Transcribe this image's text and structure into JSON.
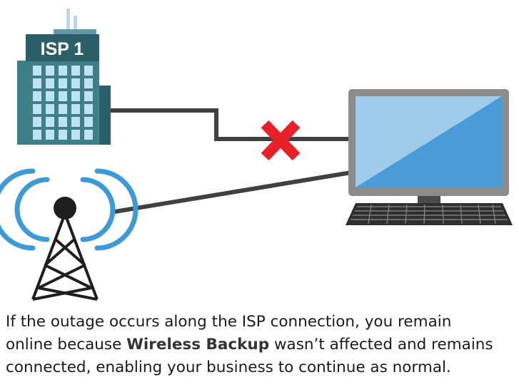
{
  "building": {
    "label": "ISP 1"
  },
  "colors": {
    "building_teal": "#3e7f8a",
    "building_dark": "#2c5f68",
    "window_blue": "#bfe3f2",
    "cable": "#404040",
    "cross": "#e8202a",
    "monitor_frame": "#8c8c8c",
    "screen_blue": "#4a9bd6",
    "screen_light": "#9fcbec",
    "signal_blue": "#3d9ad6",
    "tower": "#1e1e1e"
  },
  "caption": {
    "line1": "If the outage occurs along the ISP connection, you remain",
    "line2_pre": "online because ",
    "line2_highlight": "Wireless Backup",
    "line2_post": " wasn’t affected and remains",
    "line3": "connected, enabling your business to continue as normal."
  }
}
